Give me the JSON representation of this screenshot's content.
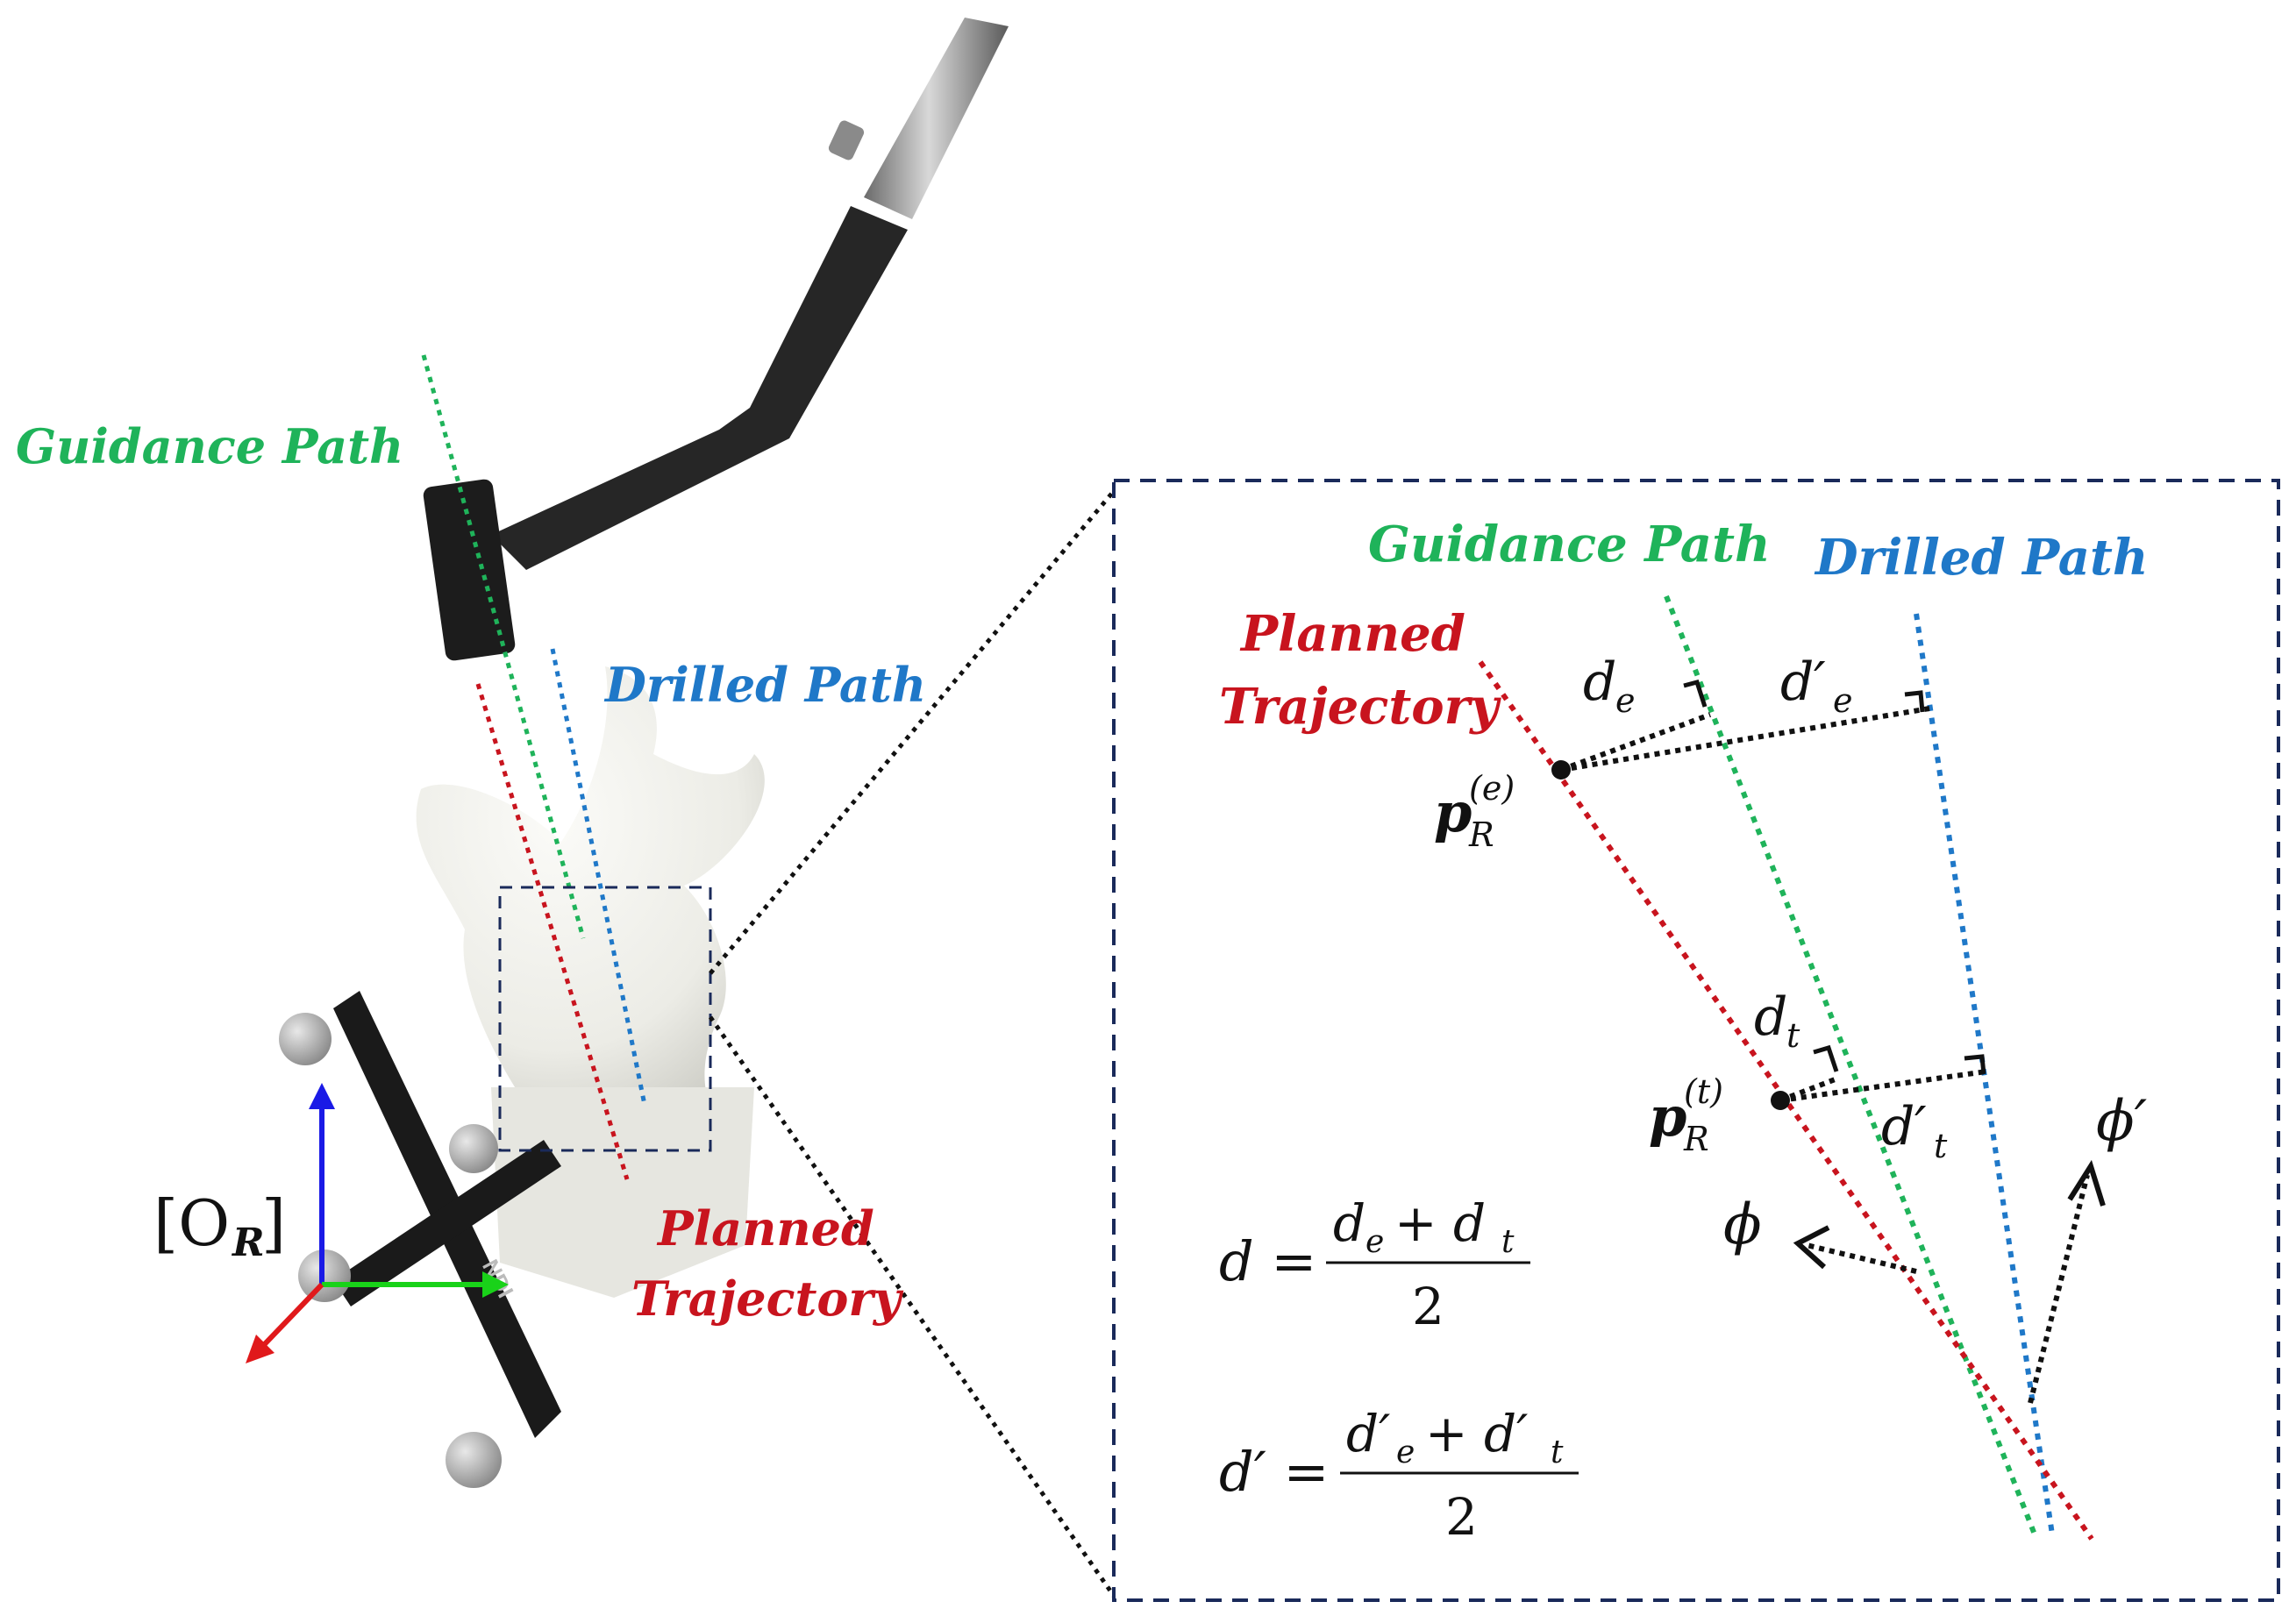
{
  "colors": {
    "guidance": "#1fb35a",
    "drilled": "#1f78c8",
    "planned": "#c8141e",
    "frame": "#1a2a5a",
    "annot": "#111111",
    "axis_x": "#e0191b",
    "axis_y": "#19d219",
    "axis_z": "#1a1ae6"
  },
  "photo": {
    "labels": {
      "guidance": "Guidance Path",
      "drilled": "Drilled Path",
      "planned_1": "Planned",
      "planned_2": "Trajectory",
      "frame": "[O",
      "frame_sub": "R",
      "frame_close": "]"
    },
    "tracker_text": "NDI"
  },
  "inset": {
    "labels": {
      "guidance": "Guidance Path",
      "drilled": "Drilled Path",
      "planned_1": "Planned",
      "planned_2": "Trajectory"
    },
    "symbols": {
      "d": "d",
      "sub_e": "e",
      "sub_t": "t",
      "prime": "′",
      "p": "p",
      "sub_R": "R",
      "sup_e": "(e)",
      "sup_t": "(t)",
      "phi": "ϕ",
      "phi_prime": "ϕ′"
    },
    "equations": {
      "eq1_lhs": "d =",
      "eq1_num": "d",
      "eq1_plus": "+ d",
      "eq1_den": "2",
      "eq2_lhs": "d′ =",
      "eq2_num": "d′",
      "eq2_plus": "+ d′",
      "eq2_den": "2"
    }
  }
}
